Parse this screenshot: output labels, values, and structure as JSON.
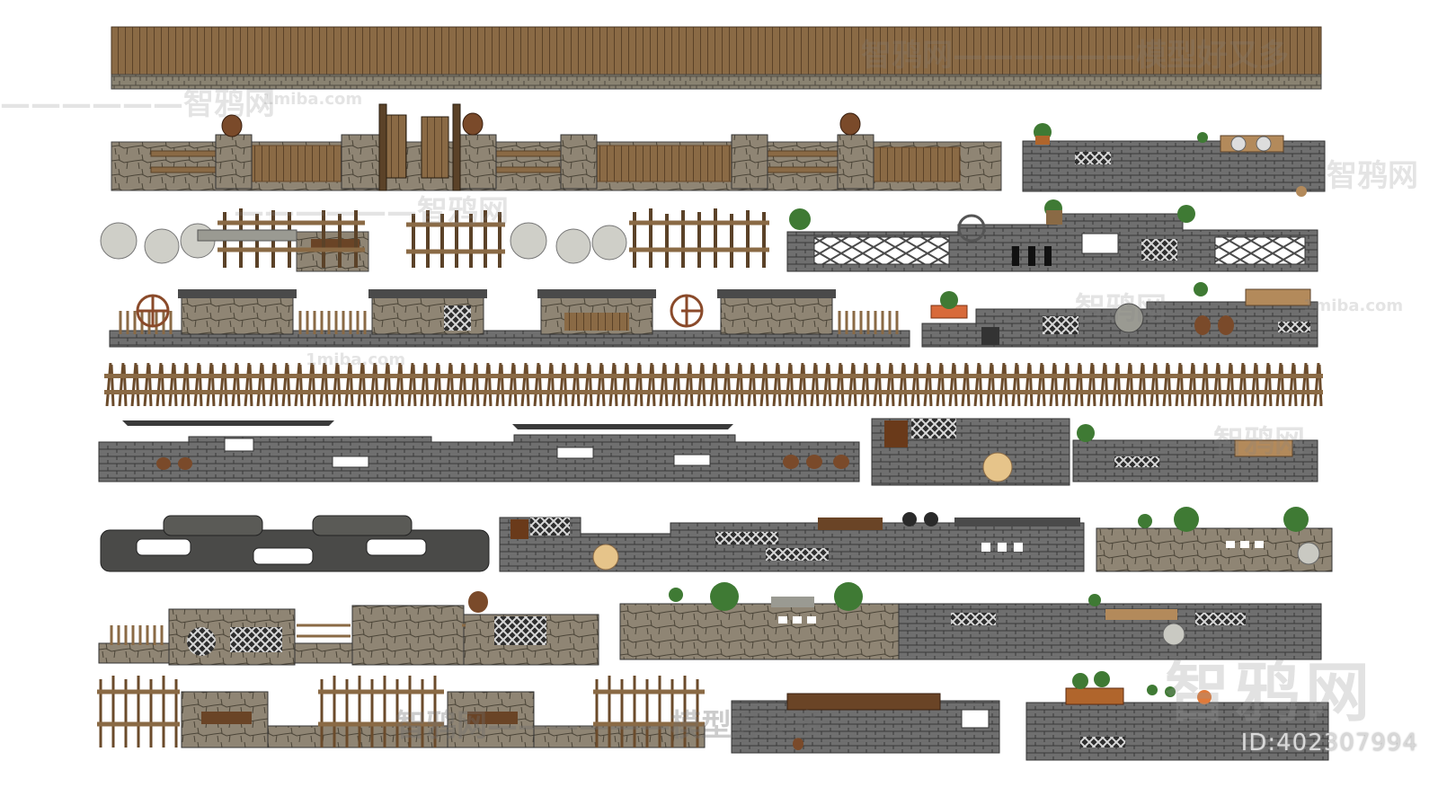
{
  "watermark": {
    "brand": "智鸦网",
    "slogan": "模型好又多",
    "site": "1miba.com",
    "dashes": "——————",
    "id_text": "ID:402307994"
  },
  "colors": {
    "wood": "#8a6a45",
    "wood_dark": "#5b4228",
    "stone": "#7c7566",
    "stone_light": "#a79c86",
    "brick": "#6b6b6b",
    "brick_dark": "#3e3e3e",
    "tile": "#4a4a4a",
    "pot": "#7a4a2a",
    "leaf": "#3f7a34",
    "mill": "#c9c9c2"
  }
}
